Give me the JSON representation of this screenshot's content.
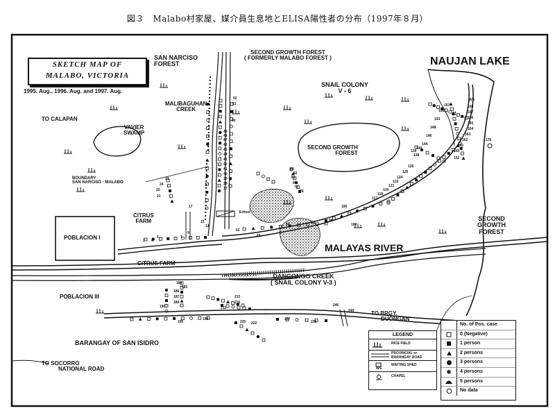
{
  "caption": "図３　Malabo村家屋、媒介員生息地とELISA陽性者の分布（1997年８月）",
  "map_title": {
    "line1": "SKETCH MAP OF",
    "line2": "MALABO, VICTORIA"
  },
  "dates": "1995. Aug., 1996. Aug. and 1997. Aug.",
  "labels": {
    "san_narciso_forest_1": "SAN NARCISO",
    "san_narciso_forest_2": "FOREST",
    "second_growth_forest_top_1": "SECOND GROWTH FOREST",
    "second_growth_forest_top_2": "( FORMERLY MALABO FOREST )",
    "naujan_lake": "NAUJAN LAKE",
    "snail_colony_v6_1": "SNAIL COLONY",
    "snail_colony_v6_2": "V - 6",
    "malibaguhan_1": "MALIBAGUHAN",
    "malibaguhan_2": "CREEK",
    "to_calapan": "TO CALAPAN",
    "vavier_1": "VAVIER",
    "vavier_2": "SWAMP",
    "second_growth_forest_mid_1": "SECOND GROWTH",
    "second_growth_forest_mid_2": "FOREST",
    "second_growth_forest_right_1": "SECOND",
    "second_growth_forest_right_2": "GROWTH",
    "second_growth_forest_right_3": "FOREST",
    "boundary_1": "BOUNDARY",
    "boundary_2": "SAN NARCISO - MALABO",
    "citrus_farm_1": "CITRUS",
    "citrus_farm_2": "FARM",
    "poblacion_1": "POBLACION I",
    "citrus_farm_bottom": "CITRUS FARM",
    "malayas_river": "MALAYAS   RIVER",
    "dangongo_1": "DANGONGO CREEK",
    "dangongo_2": "( SNAIL COLONY V-3 )",
    "poblacion_3": "POBLACION III",
    "to_brgy_1": "TO BRGY.",
    "to_brgy_2": "DUONGAN",
    "barangay_san_isidro": "BARANGAY OF SAN ISIDRO",
    "to_socorro_1": "TO SOCORRO",
    "to_socorro_2": "NATIONAL ROAD",
    "school": "School",
    "ws_small": "WS",
    "house_1": "52",
    "house_2": "51",
    "house_3": "50",
    "house_4": "49",
    "house_5": "48",
    "house_6": "47",
    "house_7": "46",
    "house_8": "45",
    "house_9": "44",
    "house_10": "43",
    "house_11": "42",
    "house_12": "41",
    "house_13": "40",
    "house_14": "39",
    "house_15": "38",
    "house_16": "37",
    "house_17": "23",
    "house_18": "24",
    "house_19": "22",
    "house_20": "21",
    "house_21": "17",
    "house_22": "15",
    "house_23": "14",
    "house_24": "9",
    "house_25": "7",
    "house_26": "5",
    "house_27": "4",
    "house_28": "3",
    "house_29": "83",
    "house_30": "82",
    "house_31": "81",
    "house_32": "80",
    "house_33": "79",
    "house_34": "78",
    "house_35": "128",
    "house_36": "126",
    "house_37": "125",
    "house_38": "124",
    "house_39": "122",
    "house_40": "121",
    "house_41": "119",
    "house_42": "118",
    "house_43": "117",
    "house_44": "168",
    "house_45": "167",
    "house_46": "166",
    "house_47": "165",
    "house_48": "164",
    "house_49": "163",
    "house_50": "162",
    "house_51": "161",
    "house_52": "160",
    "house_53": "157",
    "house_54": "155",
    "house_55": "153",
    "house_56": "148",
    "house_57": "146",
    "house_58": "144",
    "house_59": "140",
    "house_60": "139",
    "house_61": "184",
    "house_62": "183",
    "house_63": "186",
    "house_64": "187",
    "house_65": "189",
    "house_66": "190",
    "house_67": "195",
    "house_68": "199",
    "house_69": "213",
    "house_70": "215",
    "house_71": "211",
    "house_72": "220",
    "house_73": "222",
    "house_74": "227",
    "house_75": "233",
    "house_76": "246",
    "house_77": "249",
    "house_78": "62",
    "house_79": "65",
    "house_80": "89",
    "house_81": "93",
    "house_82": "96",
    "house_83": "102",
    "house_84": "106",
    "house_85": "170",
    "house_86": "152"
  },
  "legend": {
    "title": "LEGEND",
    "rice_field": "RICE FIELD",
    "road_1": "PROVINCIAL or",
    "road_2": "BARANGAY ROAD",
    "waiting_shed": "WAITING SHED",
    "ws_symbol": "WS",
    "chapel": "CHAPEL"
  },
  "cases": {
    "header": "No. of Pos. case",
    "rows": [
      {
        "symbol": "square-open",
        "label": "0 (Negative)"
      },
      {
        "symbol": "square-filled",
        "label": "1 person"
      },
      {
        "symbol": "triangle-filled",
        "label": "2 persons"
      },
      {
        "symbol": "circle-filled",
        "label": "3 persons"
      },
      {
        "symbol": "asterisk",
        "label": "4 persons"
      },
      {
        "symbol": "half-ellipse-filled",
        "label": "5 persons"
      },
      {
        "symbol": "circle-open",
        "label": "No data"
      }
    ]
  }
}
